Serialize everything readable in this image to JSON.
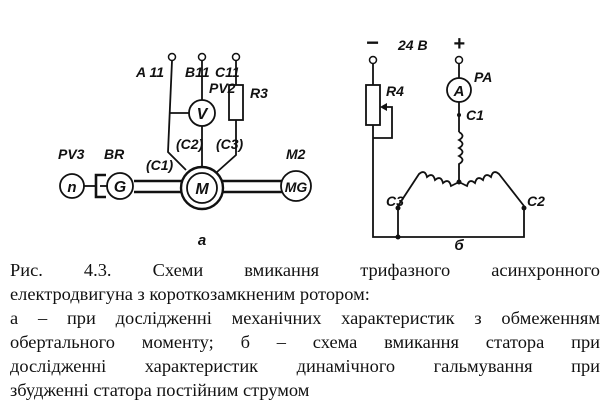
{
  "diagram_a": {
    "terminal_a11": "A 11",
    "terminal_b11": "B11",
    "terminal_c11": "C11",
    "voltmeter_label": "PV2",
    "voltmeter_symbol": "V",
    "resistor_label": "R3",
    "winding_c1": "(C1)",
    "winding_c2": "(C2)",
    "winding_c3": "(C3)",
    "tachometer_label": "PV3",
    "tachometer_symbol": "n",
    "brake_label": "BR",
    "generator_symbol": "G",
    "motor_symbol": "M",
    "load_label": "M2",
    "load_symbol": "MG",
    "sublabel": "а"
  },
  "diagram_b": {
    "minus_sign": "−",
    "voltage": "24 В",
    "plus_sign": "+",
    "rheostat_label": "R4",
    "ammeter_label": "PA",
    "ammeter_symbol": "A",
    "node_c1": "C1",
    "node_c2": "C2",
    "node_c3": "C3",
    "sublabel": "б"
  },
  "caption": {
    "lines": [
      "Рис.   4.3.   Схеми   вмикання   трифазного   асинхронного",
      "електродвигуна з короткозамкненим ротором:",
      "а – при дослідженні механічних характеристик з обмеженням",
      "обертального моменту; б – схема вмикання статора при",
      "дослідженні характеристик динамічного гальмування при",
      "збудженні статора постійним струмом"
    ]
  }
}
